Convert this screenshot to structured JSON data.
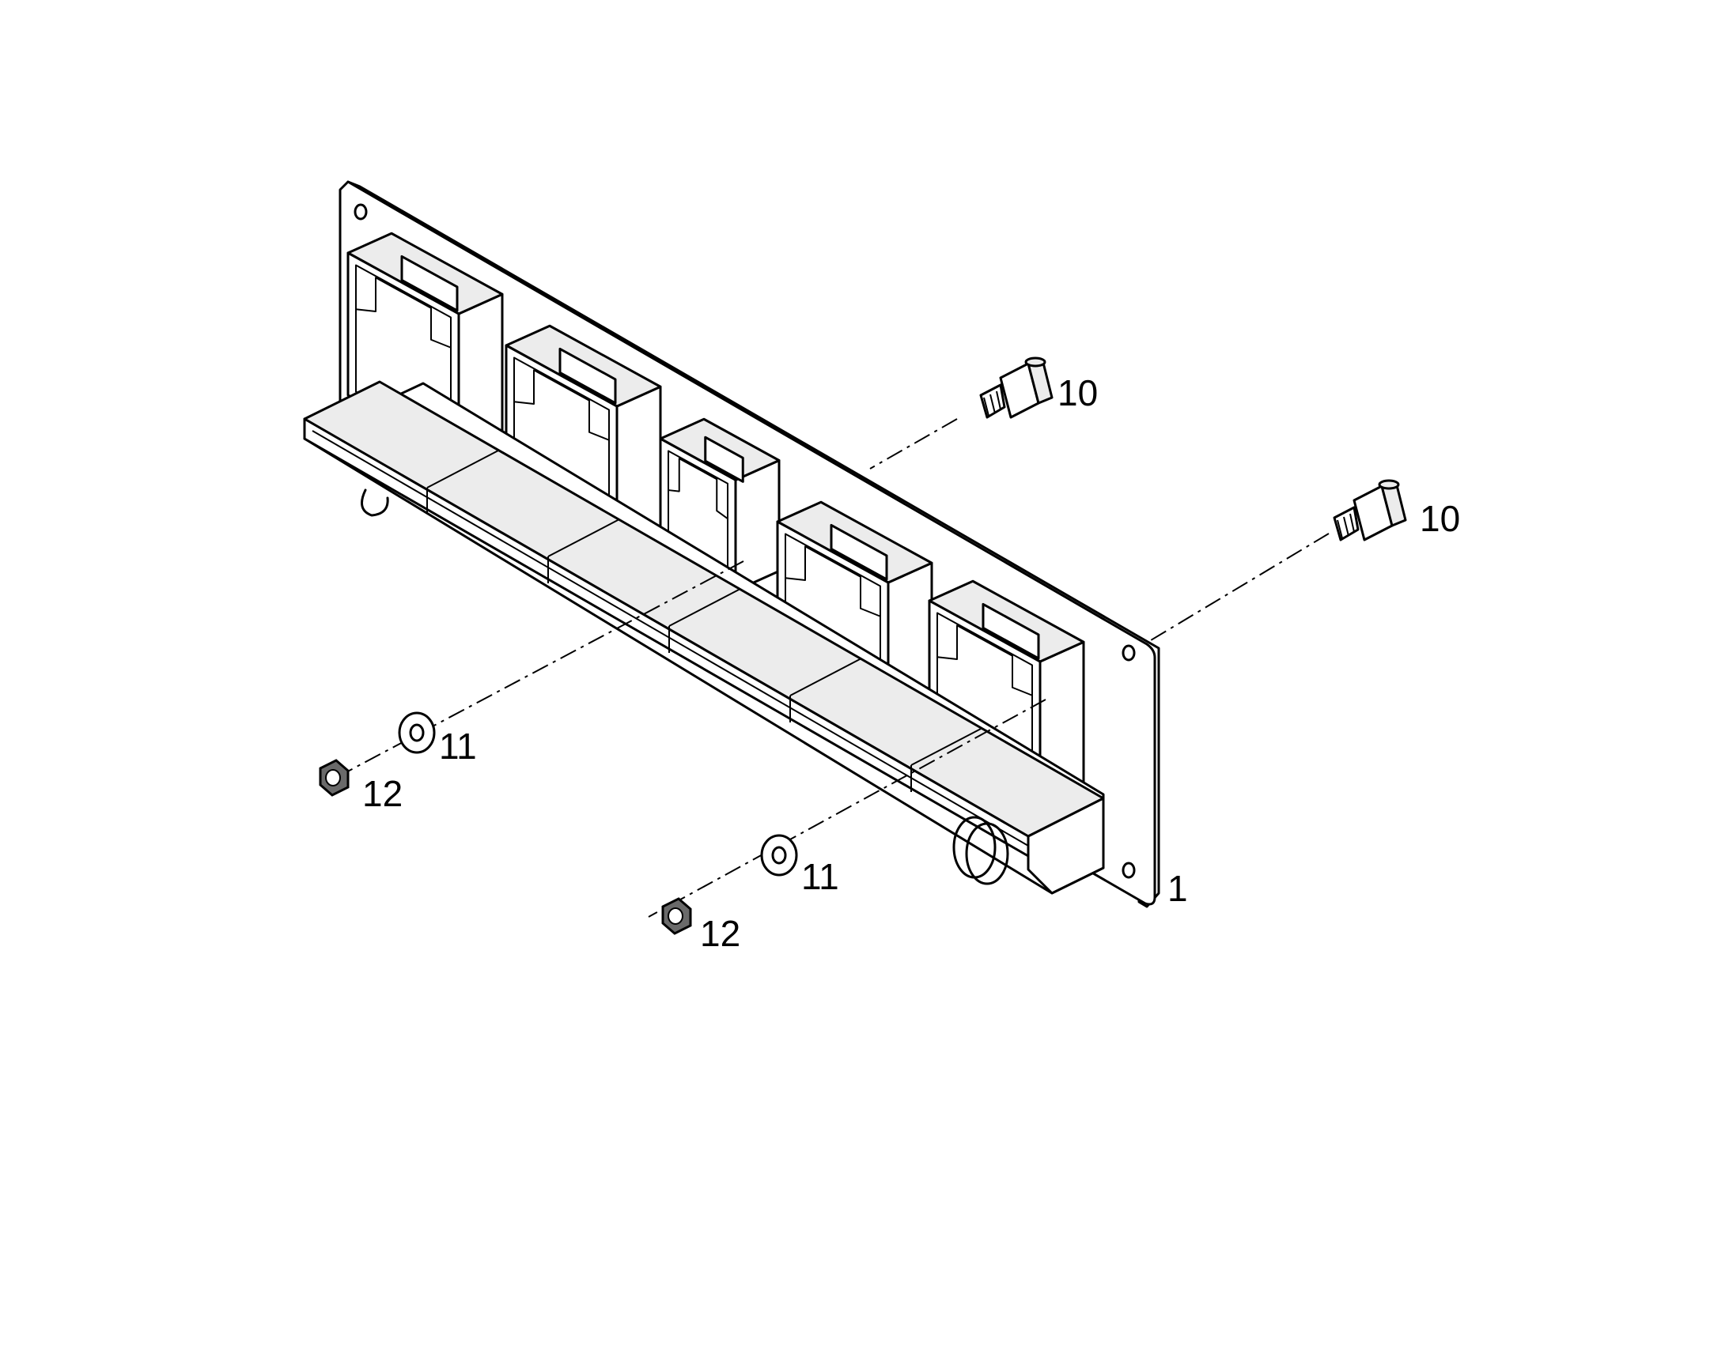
{
  "diagram": {
    "callouts": {
      "panel": "1",
      "standoff_upper": "10",
      "standoff_right": "10",
      "washer_left": "11",
      "nut_left": "12",
      "washer_center": "11",
      "nut_center": "12"
    }
  }
}
